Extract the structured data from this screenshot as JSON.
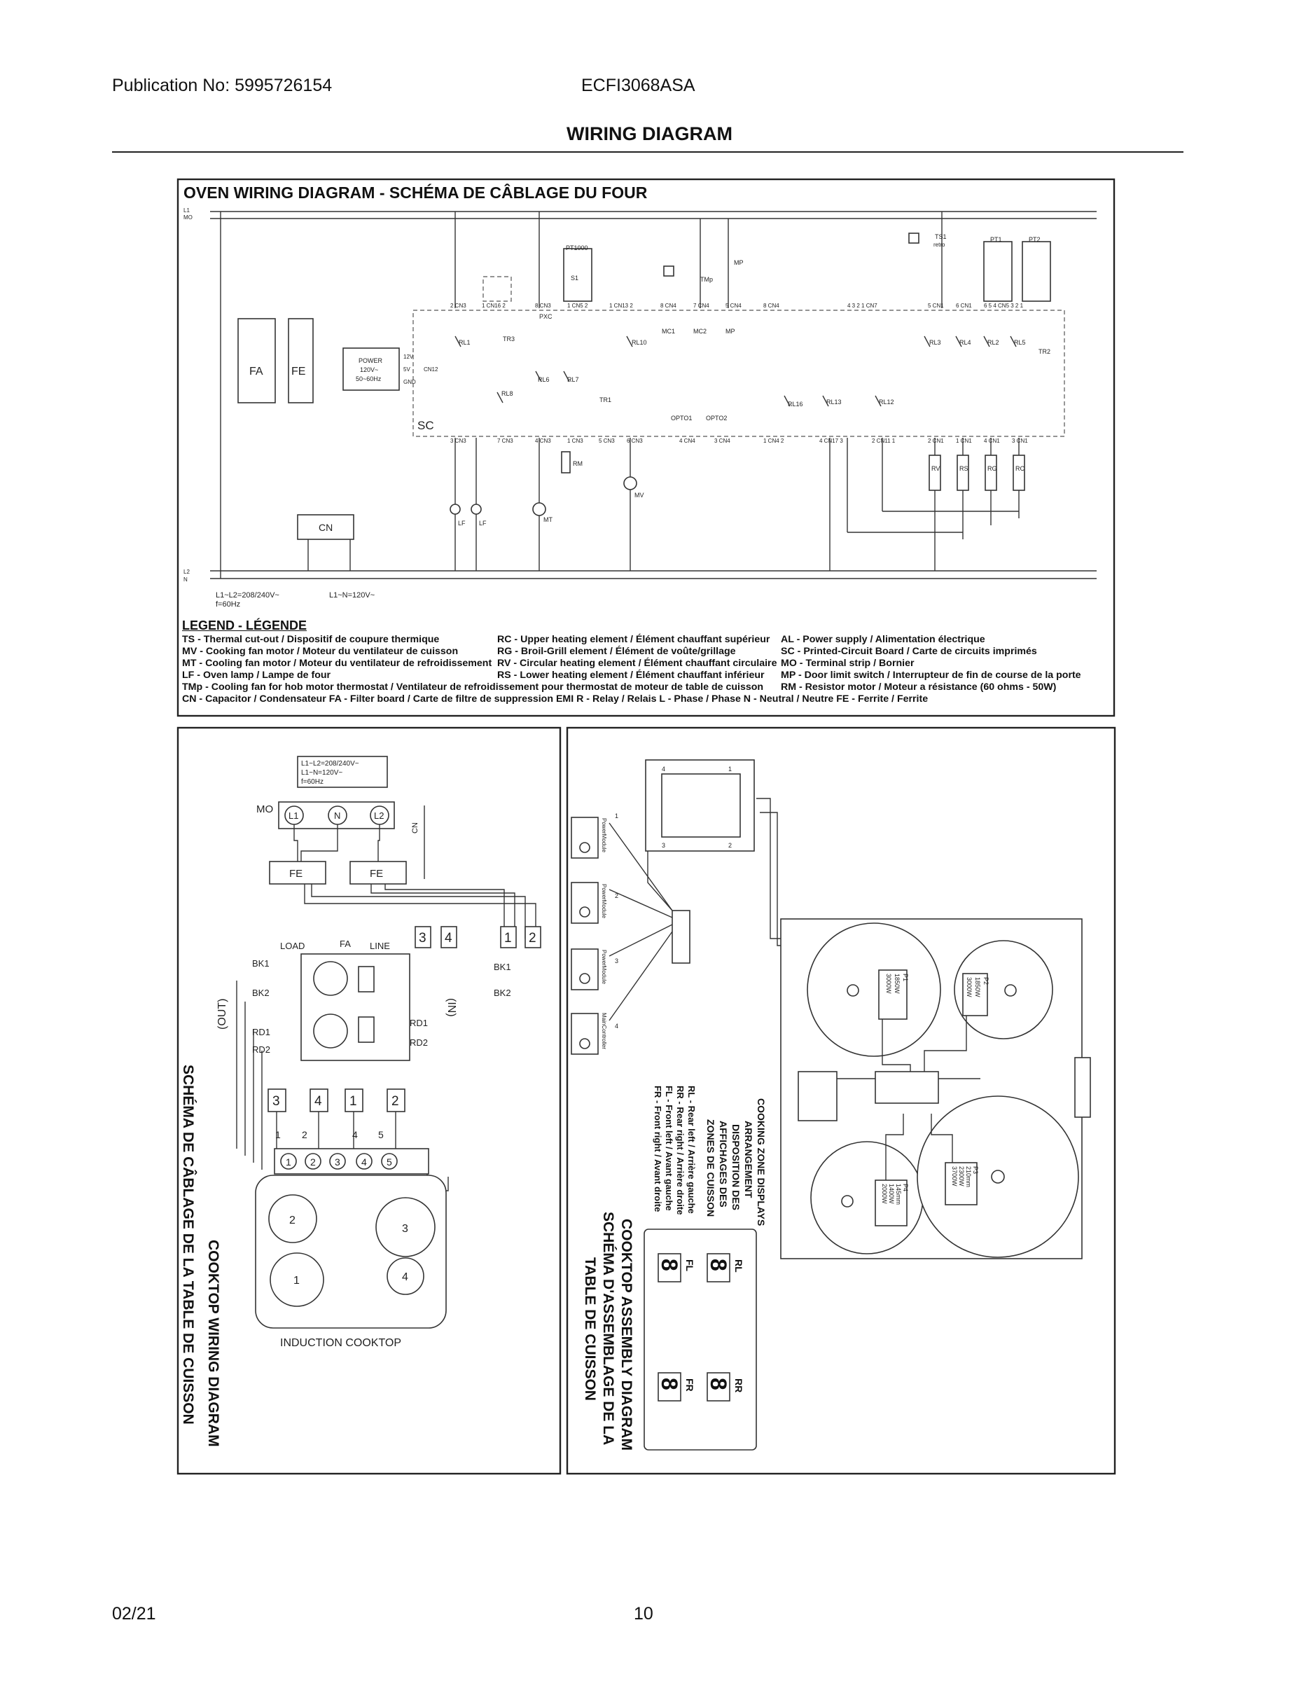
{
  "header": {
    "publication": "Publication No: 5995726154",
    "model": "ECFI3068ASA",
    "page_title": "WIRING DIAGRAM"
  },
  "oven": {
    "title": "OVEN WIRING DIAGRAM  -  SCHÉMA DE CÂBLAGE DU FOUR",
    "labels": {
      "mo": "MO",
      "l1": "L1",
      "l2": "L2",
      "n": "N",
      "fa": "FA",
      "fe": "FE",
      "cn": "CN",
      "sc": "SC",
      "pxc": "PXC",
      "power1": "POWER",
      "power2": "120V~",
      "power3": "50~60Hz",
      "cn12": "CN12",
      "pin12v": "12V",
      "pin5v": "5V",
      "pingnd": "GND",
      "pt1000": "PT1000",
      "s1": "S1",
      "tmp": "TMp",
      "mp": "MP",
      "ts1": "TS1",
      "retro": "retro",
      "pt1": "PT1",
      "pt2": "PT2",
      "mc1": "MC1",
      "mc2": "MC2",
      "mp2": "MP",
      "rl1": "RL1",
      "tr3": "TR3",
      "rl8": "RL8",
      "rl6": "RL6",
      "rl7": "RL7",
      "tr1": "TR1",
      "rl10": "RL10",
      "opto1": "OPTO1",
      "opto2": "OPTO2",
      "rl16": "RL16",
      "rl13": "RL13",
      "rl12": "RL12",
      "rl3": "RL3",
      "rl4": "RL4",
      "rl2": "RL2",
      "rl5": "RL5",
      "tr2": "TR2",
      "rm": "RM",
      "mv": "MV",
      "mt": "MT",
      "lf": "LF",
      "rv": "RV",
      "rs": "RS",
      "rg": "RG",
      "rc": "RC",
      "volt1": "L1~L2=208/240V~",
      "volt2": "L1~N=120V~",
      "freq": "f=60Hz"
    },
    "connectors_top": [
      "2 CN3",
      "1 CN16 2",
      "8 CN3",
      "1 CN5 2",
      "1 CN13 2",
      "8 CN4",
      "7 CN4",
      "5 CN4",
      "8 CN4",
      "4 3 2 1 CN7",
      "5 CN1",
      "6 CN1",
      "6 5 4 CN5 3 2 1"
    ],
    "connectors_bottom": [
      "3 CN3",
      "7 CN3",
      "4 CN3",
      "1 CN3",
      "5 CN3",
      "6 CN3",
      "4 CN4",
      "3 CN4",
      "1 CN4 2",
      "4 CN17 3",
      "2 CN11 1",
      "2 CN1",
      "1 CN1",
      "4 CN1",
      "3 CN1"
    ]
  },
  "legend": {
    "title": "LEGEND - LÉGENDE",
    "rows": [
      [
        "TS - Thermal cut-out / Dispositif de coupure thermique",
        "RC - Upper heating element / Élément chauffant supérieur",
        "AL - Power supply / Alimentation électrique"
      ],
      [
        "MV - Cooking fan motor / Moteur du ventilateur de cuisson",
        "RG - Broil-Grill element / Élément de voûte/grillage",
        "SC - Printed-Circuit Board / Carte de circuits imprimés"
      ],
      [
        "MT - Cooling fan motor / Moteur du ventilateur de refroidissement",
        "RV - Circular heating element / Élément chauffant circulaire",
        "MO - Terminal strip / Bornier"
      ],
      [
        "LF - Oven lamp / Lampe de four",
        "RS - Lower heating element / Élément chauffant inférieur",
        "MP - Door limit switch / Interrupteur de fin de course de la porte"
      ],
      [
        "TMp - Cooling fan for hob motor thermostat / Ventilateur de refroidissement pour thermostat de moteur de table de cuisson",
        "",
        "RM - Resistor motor / Moteur a résistance (60 ohms - 50W)"
      ],
      [
        "CN - Capacitor / Condensateur   FA - Filter board / Carte de filtre de suppression EMI   R - Relay / Relais L - Phase / Phase N -   Neutral / Neutre FE - Ferrite / Ferrite",
        "",
        ""
      ]
    ]
  },
  "cooktop_wiring": {
    "side_title_1": "SCHÉMA DE CÂBLAGE DE LA TABLE DE CUISSON",
    "side_title_2": "COOKTOP WIRING DIAGRAM",
    "volt1": "L1~L2=208/240V~",
    "volt2": "L1~N=120V~",
    "freq": "f=60Hz",
    "mo": "MO",
    "l1": "L1",
    "n": "N",
    "l2": "L2",
    "cn": "CN",
    "fe1": "FE",
    "fe2": "FE",
    "load": "LOAD",
    "fa": "FA",
    "line": "LINE",
    "bk1": "BK1",
    "bk2": "BK2",
    "rd1": "RD1",
    "rd2": "RD2",
    "out": "(OUT)",
    "in": "(IN)",
    "blocks_top": [
      "3",
      "4",
      "1",
      "2"
    ],
    "blocks_bottom": [
      "3",
      "4",
      "1",
      "2"
    ],
    "pin_nums": [
      "1",
      "2",
      "4",
      "5"
    ],
    "terminals": [
      "1",
      "2",
      "3",
      "4",
      "5"
    ],
    "zones": [
      "2",
      "3",
      "1",
      "4"
    ],
    "footer": "INDUCTION   COOKTOP"
  },
  "cooktop_assembly": {
    "side_title_1": "COOKTOP ASSEMBLY DIAGRAM",
    "side_title_2": "SCHÉMA D'ASSEMBLAGE DE LA",
    "side_title_3": "TABLE DE CUISSON",
    "arrangement": [
      "COOKING ZONE DISPLAYS",
      "ARRANGEMENT",
      "DISPOSITION DES",
      "AFFICHAGES DES",
      "ZONES DE CUISSON"
    ],
    "positions": [
      "RL - Rear left / Arrière gauche",
      "RR - Rear right / Arrière droite",
      "FL - Front left / Avant gauche",
      "FR - Front right / Avant droite"
    ],
    "display_labels": [
      "RL",
      "FL",
      "RR",
      "FR"
    ],
    "digit": "8",
    "modules": [
      "PowerModule",
      "PowerModule",
      "PowerModule",
      "MainController"
    ],
    "module_nums": [
      "1",
      "2",
      "3",
      "4"
    ],
    "board_pins": [
      "4",
      "1",
      "3",
      "2"
    ],
    "p1": [
      "P1",
      "1850W",
      "3000W"
    ],
    "p2": [
      "P2",
      "1850W",
      "3000W"
    ],
    "p3": [
      "P3",
      "210mm",
      "2300W",
      "3700W"
    ],
    "p4": [
      "P4",
      "145mm",
      "1400W",
      "2000W"
    ]
  },
  "footer": {
    "date": "02/21",
    "page": "10"
  }
}
